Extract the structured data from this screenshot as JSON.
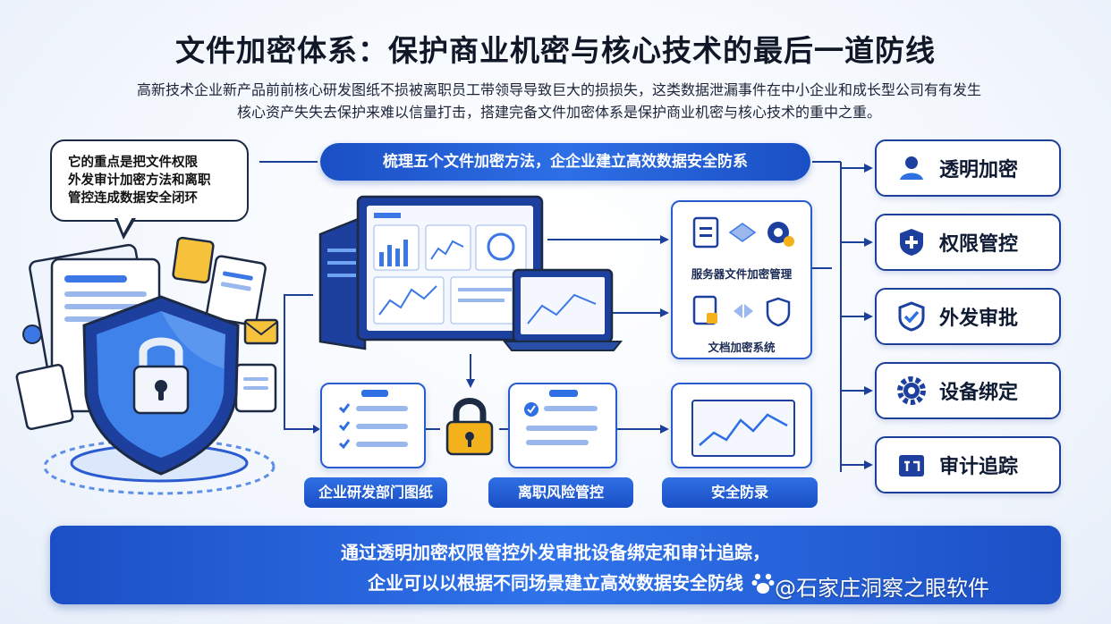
{
  "title": "文件加密体系：保护商业机密与核心技术的最后一道防线",
  "intro": {
    "line1": "高新技术企业新产品前前核心研发图纸不损被离职员工带领导导致巨大的损损失，这类数据泄漏事件在中小企业和成长型公司有有发生",
    "line2": "核心资产失失去保护来难以信量打击，搭建完备文件加密体系是保护商业机密与核心技术的重中之重。"
  },
  "bubble": {
    "line1": "它的重点是把文件权限",
    "line2": "外发审计加密方法和离职",
    "line3": "管控连成数据安全闭环"
  },
  "top_pill": "梳理五个文件加密方法，企企业建立高效数据安全防系",
  "system_panel": {
    "label_top": "服务器文件加密管理",
    "label_bottom": "文档加密系统"
  },
  "bottom_panels": [
    {
      "label": "企业研发部门图纸"
    },
    {
      "label": "离职风险管控"
    },
    {
      "label": "安全防录"
    }
  ],
  "right_items": [
    {
      "label": "透明加密",
      "icon": "user-icon"
    },
    {
      "label": "权限管控",
      "icon": "plus-shield-icon"
    },
    {
      "label": "外发审批",
      "icon": "check-shield-icon"
    },
    {
      "label": "设备绑定",
      "icon": "gear-icon"
    },
    {
      "label": "审计追踪",
      "icon": "audit-icon"
    }
  ],
  "bottom_banner": {
    "line1": "通过透明加密权限管控外发审批设备绑定和审计追踪，",
    "line2": "企业可以以根据不同场景建立高效数据安全防线"
  },
  "watermark": "@石家庄洞察之眼软件",
  "colors": {
    "primary": "#1a4fc4",
    "accent": "#2f6fe4",
    "dark_border": "#1d2a44",
    "gold": "#f3b21c"
  }
}
